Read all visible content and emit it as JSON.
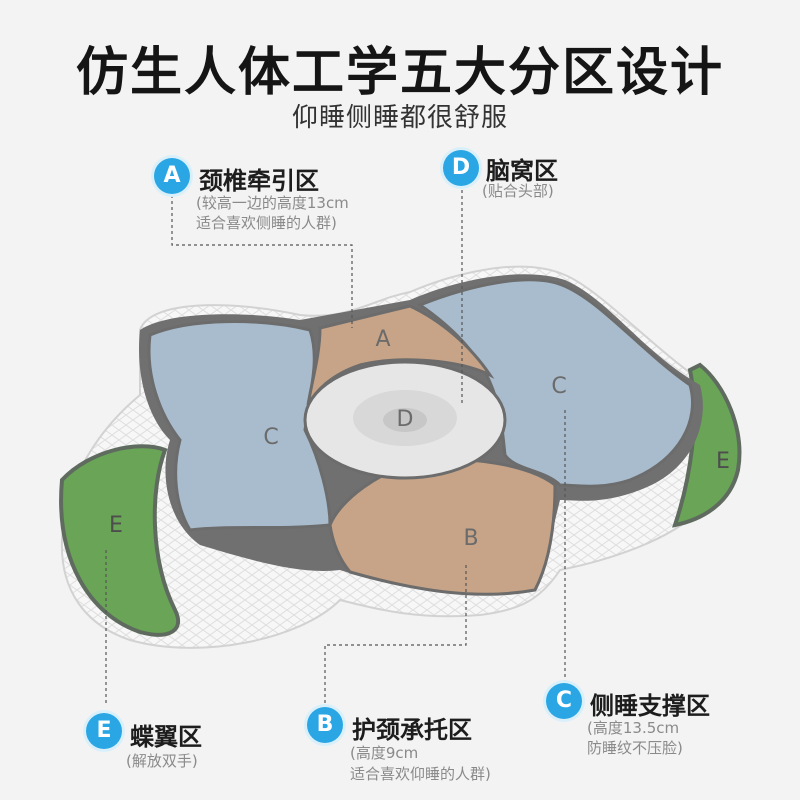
{
  "header": {
    "title": "仿生人体工学五大分区设计",
    "subtitle": "仰睡侧睡都很舒服"
  },
  "colors": {
    "badge": "#2aa6e4",
    "zone_a_b": "#c7a487",
    "zone_c": "#a9bccd",
    "zone_d": "#e6e6e6",
    "zone_e": "#6aa557",
    "pillow_base": "#f7f7f7"
  },
  "pillow_labels": {
    "a": "A",
    "b": "B",
    "c_left": "C",
    "c_right": "C",
    "d": "D",
    "e_left": "E",
    "e_right": "E"
  },
  "zones": {
    "a": {
      "badge": "A",
      "name": "颈椎牵引区",
      "note_1": "(较高一边的高度13cm",
      "note_2": "适合喜欢侧睡的人群)"
    },
    "d": {
      "badge": "D",
      "name": "脑窝区",
      "note_1": "(贴合头部)"
    },
    "c": {
      "badge": "C",
      "name": "侧睡支撑区",
      "note_1": "(高度13.5cm",
      "note_2": "防睡纹不压脸)"
    },
    "b": {
      "badge": "B",
      "name": "护颈承托区",
      "note_1": "(高度9cm",
      "note_2": "适合喜欢仰睡的人群)"
    },
    "e": {
      "badge": "E",
      "name": "蝶翼区",
      "note_1": "(解放双手)"
    }
  }
}
